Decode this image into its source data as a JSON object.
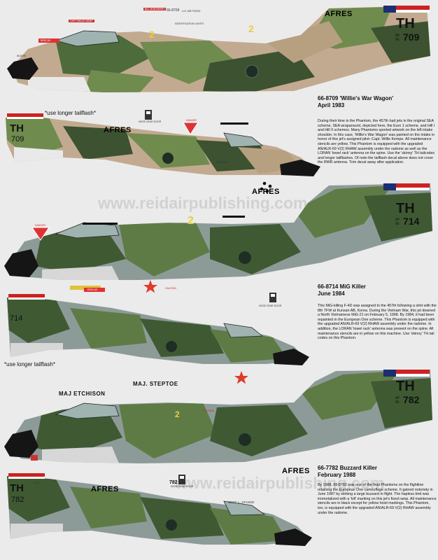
{
  "watermark": "www.reidairpublishing.com",
  "labels": {
    "afres": "AFRES",
    "use_longer_tailflash": "*use longer tailflash*",
    "rescue": "RESCUE",
    "caution": "CAUTION",
    "danger": "DANGER",
    "nose_gear_door": "NOSE GEAR DOOR",
    "maj_etchison": "MAJ ETCHISON",
    "maj_steptoe": "MAJ. STEPTOE",
    "capt_willie_kemp": "CAPT WILLIE KEMP",
    "sgt_stange": "SSGT. L. STANGE",
    "bill_bob_berry": "BILL BOB BERRY",
    "us_air_force": "U.S. AIR FORCE",
    "identification_lights": "IDENTIFICATION LIGHTS",
    "fuel": "FUEL"
  },
  "serials": {
    "s709": "66-8709",
    "s714": "66-8714",
    "s7782": "66-7782"
  },
  "tails": {
    "th": "TH",
    "af": "AF",
    "yr": "66",
    "t709": "709",
    "t714": "714",
    "t782": "782",
    "small_782": "782"
  },
  "captions": [
    {
      "title": "66-8709 'Willie's War Wagon'",
      "date": "April 1983",
      "body": "During their time in the Phantom, the 457th had jets in the original SEA scheme, SEA wraparound, depicted here, the Euro 1 scheme, and Hill I and Hill II schemes. Many Phantoms sported artwork on the left intake shoulder. In this case, 'Willie's War Wagon' was painted on the intake in honor of this jet's assigned pilot--Capt. Willie Kempe. All maintenance stencils are yellow. This Phantom is equipped with the upgraded AN/ALR-69 V(2) RHAW assembly under the radome as well as the LORAN 'towel rack' antenna on the spine. Use the 'skinny' TH tailcodes and longer tailflashes. Of note-the tailflash decal above does not cover the RWR antenna. Trim decal away after application."
    },
    {
      "title": "66-8714 MiG Killer",
      "date": "June 1984",
      "body": "This MiG-killing F-4D was assigned to the 457th following a stint with the 8th TFW at Kunsan AB, Korea. During the Vietnam War, this jet downed a North Vietnamese MiG-21 on February 5, 1968. By 1984, it had been repainted in the European One scheme. This Phantom is equipped with the upgraded AN/ALR-69 V(2) RHAW assembly under the radome. In addition, the LORAN 'towel rack' antenna was present on the spine. All maintenance stencils are in yellow on this machine. Use 'skinny' TH tail codes on this Phantom."
    },
    {
      "title": "66-7782 Buzzard Killer",
      "date": "February 1988",
      "body": "By 1988, 66-8782 was one of the final Phantoms on the flightline retaining the European One camouflage scheme. It gained notoriety in June 1987 by striking a large buzzard in flight. The hapless bird was immortalized with a 'kill' marking on this jet's fixed ramp. All maintenance stencils are in black except for yellow hoist markings. This Phantom, too, is equipped with the upgraded AN/ALR-69 V(2) RHAW assembly under the radome."
    }
  ]
}
